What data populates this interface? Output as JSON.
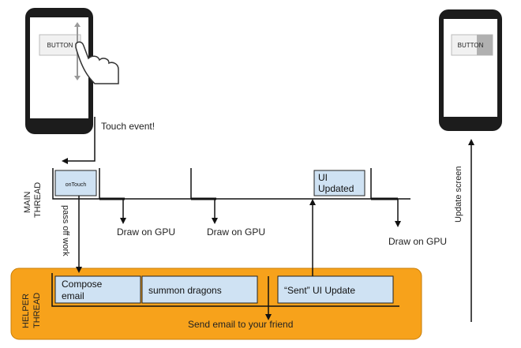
{
  "phones": {
    "left_button": "BUTTON",
    "right_button": "BUTTON"
  },
  "labels": {
    "touch_event": "Touch event!",
    "update_screen": "Update screen",
    "pass_off_work": "pass off work",
    "main_thread": [
      "MAIN",
      "THREAD"
    ],
    "helper_thread": [
      "HELPER",
      "THREAD"
    ],
    "draw_on_gpu_1": "Draw on GPU",
    "draw_on_gpu_2": "Draw on GPU",
    "draw_on_gpu_3": "Draw on GPU",
    "send_email": "Send email to your friend"
  },
  "main_tasks": {
    "on_touch": "onTouch",
    "ui_updated": [
      "UI",
      "Updated"
    ]
  },
  "helper_tasks": {
    "compose_email": [
      "Compose",
      "email"
    ],
    "summon_dragons": "summon dragons",
    "sent_ui_update": "“Sent” UI Update"
  },
  "colors": {
    "helper_panel": "#f7a21b",
    "task_fill": "#cfe2f3",
    "phone_body": "#1c1c1c"
  }
}
